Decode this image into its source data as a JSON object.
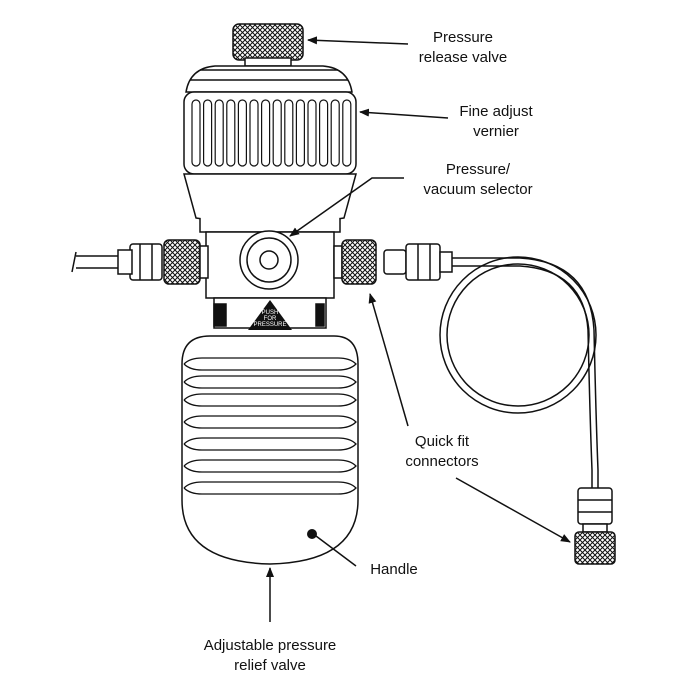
{
  "labels": {
    "pressure_release_valve": [
      "Pressure",
      "release valve"
    ],
    "fine_adjust_vernier": [
      "Fine adjust",
      "vernier"
    ],
    "pressure_vacuum_selector": [
      "Pressure/",
      "vacuum selector"
    ],
    "quick_fit_connectors": [
      "Quick fit",
      "connectors"
    ],
    "handle": [
      "Handle"
    ],
    "adjustable_pressure_relief_valve": [
      "Adjustable pressure",
      "relief valve"
    ]
  },
  "selector_plate_text": [
    "PUSH",
    "FOR",
    "PRESSURE"
  ],
  "colors": {
    "ink": "#111111",
    "paper": "#ffffff"
  }
}
